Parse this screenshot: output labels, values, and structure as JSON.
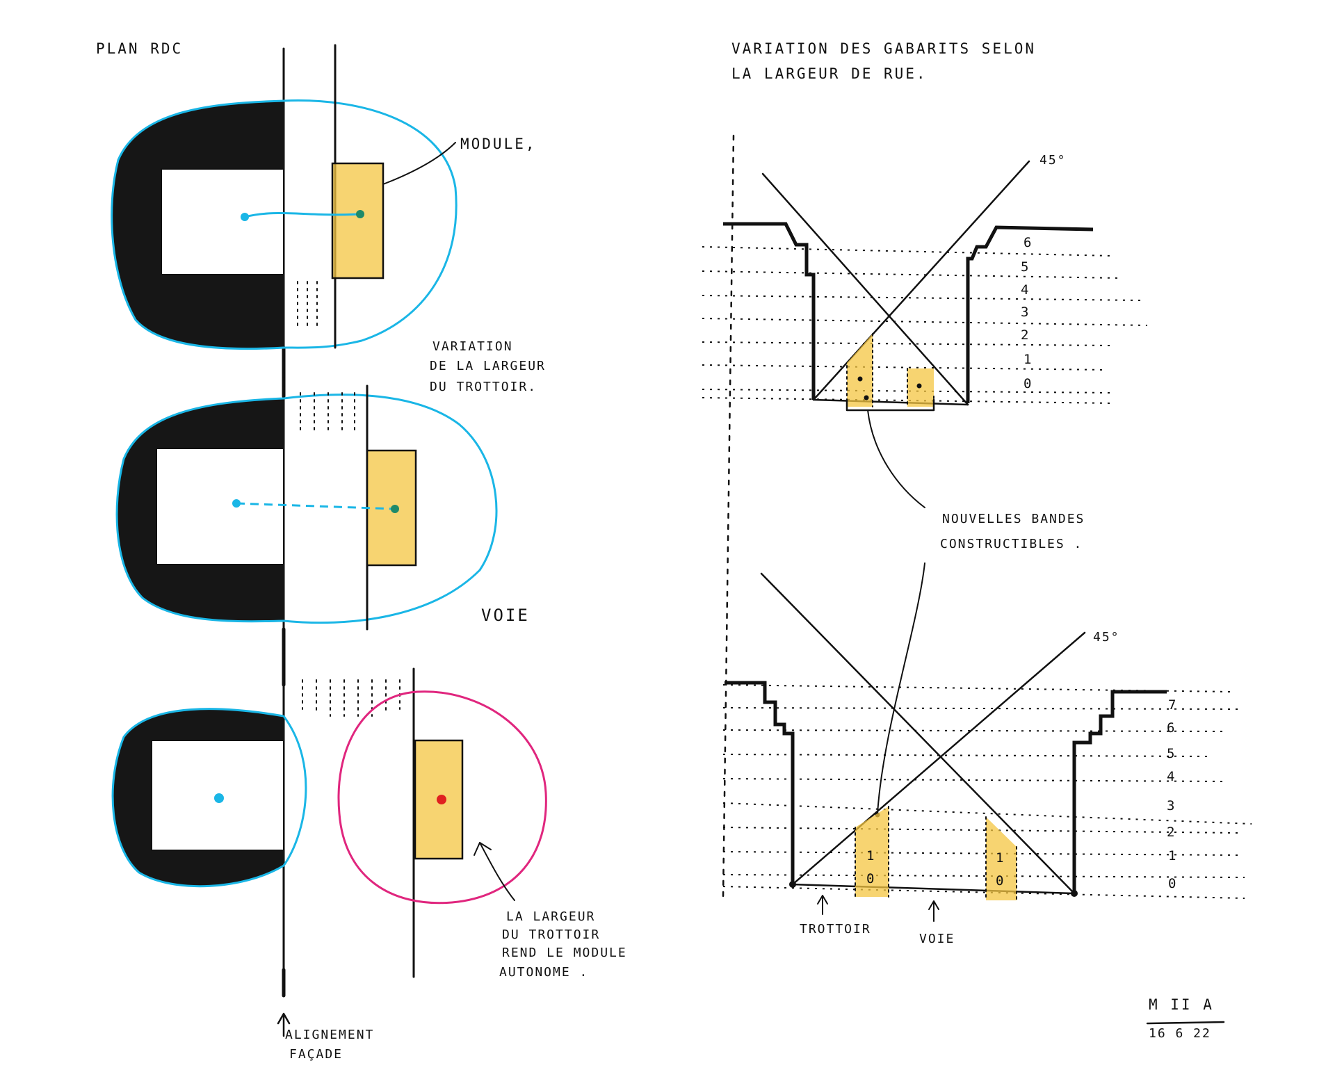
{
  "labels": {
    "plan_title": "PLAN RDC",
    "module": "MODULE,",
    "variation_trottoir": [
      "VARIATION",
      "DE LA LARGEUR",
      "DU TROTTOIR."
    ],
    "voie_plan": "VOIE",
    "autonome": [
      "LA LARGEUR",
      "DU TROTTOIR",
      "REND LE MODULE",
      "AUTONOME ."
    ],
    "alignement": [
      "ALIGNEMENT",
      "FAÇADE"
    ],
    "section_title": [
      "VARIATION DES GABARITS SELON",
      "LA LARGEUR DE RUE."
    ],
    "angle_top": "45°",
    "angle_bottom": "45°",
    "nouvelles": [
      "NOUVELLES BANDES",
      "CONSTRUCTIBLES ."
    ],
    "trottoir": "TROTTOIR",
    "voie_section": "VOIE",
    "signature": [
      "M II A",
      "16 6 22"
    ]
  },
  "levels_top": [
    "6",
    "5",
    "4",
    "3",
    "2",
    "1",
    "0"
  ],
  "levels_bottom": [
    "7",
    "6",
    "5",
    "4",
    "3",
    "2",
    "1",
    "0"
  ],
  "band_numbers": {
    "b1": [
      "1",
      "0"
    ],
    "b2": [
      "1",
      "0"
    ]
  },
  "colors": {
    "ink": "#111111",
    "cyan": "#1ab6e6",
    "magenta": "#e0267e",
    "yellow": "#f4c542",
    "green": "#1f8a6a",
    "red": "#e02020"
  }
}
